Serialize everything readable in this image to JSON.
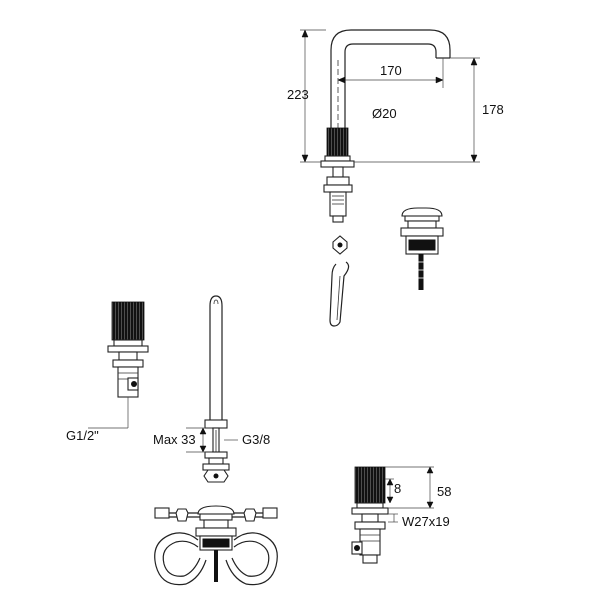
{
  "labels": {
    "height_223": "223",
    "reach_170": "170",
    "diameter_20": "Ø20",
    "height_178": "178",
    "thread_g12": "G1/2\"",
    "max_33": "Max 33",
    "thread_g38": "G3/8",
    "height_8": "8",
    "height_58": "58",
    "size_w27x19": "W27x19"
  }
}
